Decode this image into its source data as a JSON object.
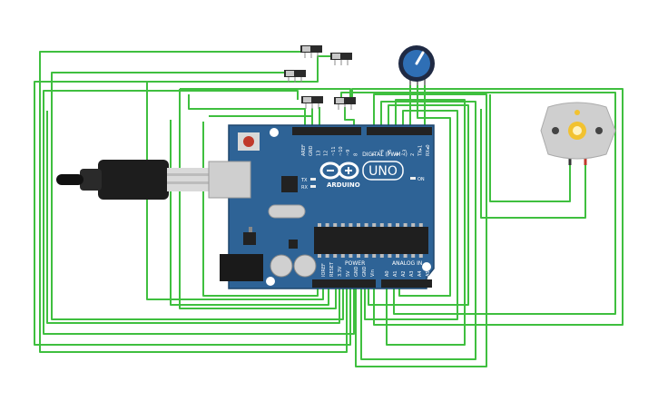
{
  "board": {
    "label_digital": "DIGITAL (PWM~)",
    "label_brand": "ARDUINO",
    "label_model": "UNO",
    "label_power": "POWER",
    "label_analog": "ANALOG IN",
    "label_on": "ON",
    "label_tx": "TX",
    "label_rx": "RX",
    "label_l": "L",
    "digital_pins": [
      "AREF",
      "GND",
      "13",
      "12",
      "~11",
      "~10",
      "~9",
      "8",
      "7",
      "~6",
      "~5",
      "4",
      "~3",
      "2",
      "TX▸1",
      "RX◂0"
    ],
    "power_pins": [
      "IOREF",
      "RESET",
      "3.3V",
      "5V",
      "GND",
      "GND",
      "Vin"
    ],
    "analog_pins": [
      "A0",
      "A1",
      "A2",
      "A3",
      "A4",
      "A5"
    ]
  },
  "colors": {
    "wire": "#3fbf3f",
    "board": "#2e6396",
    "board_dark": "#1e466d",
    "header": "#222222",
    "knob": "#2f6fb5",
    "motor_body": "#cfcfcf",
    "motor_center": "#f2c230"
  },
  "icons": {
    "usb": "usb-plug-icon",
    "motor": "dc-motor-icon",
    "pot": "potentiometer-icon",
    "switch": "slide-switch-icon"
  }
}
